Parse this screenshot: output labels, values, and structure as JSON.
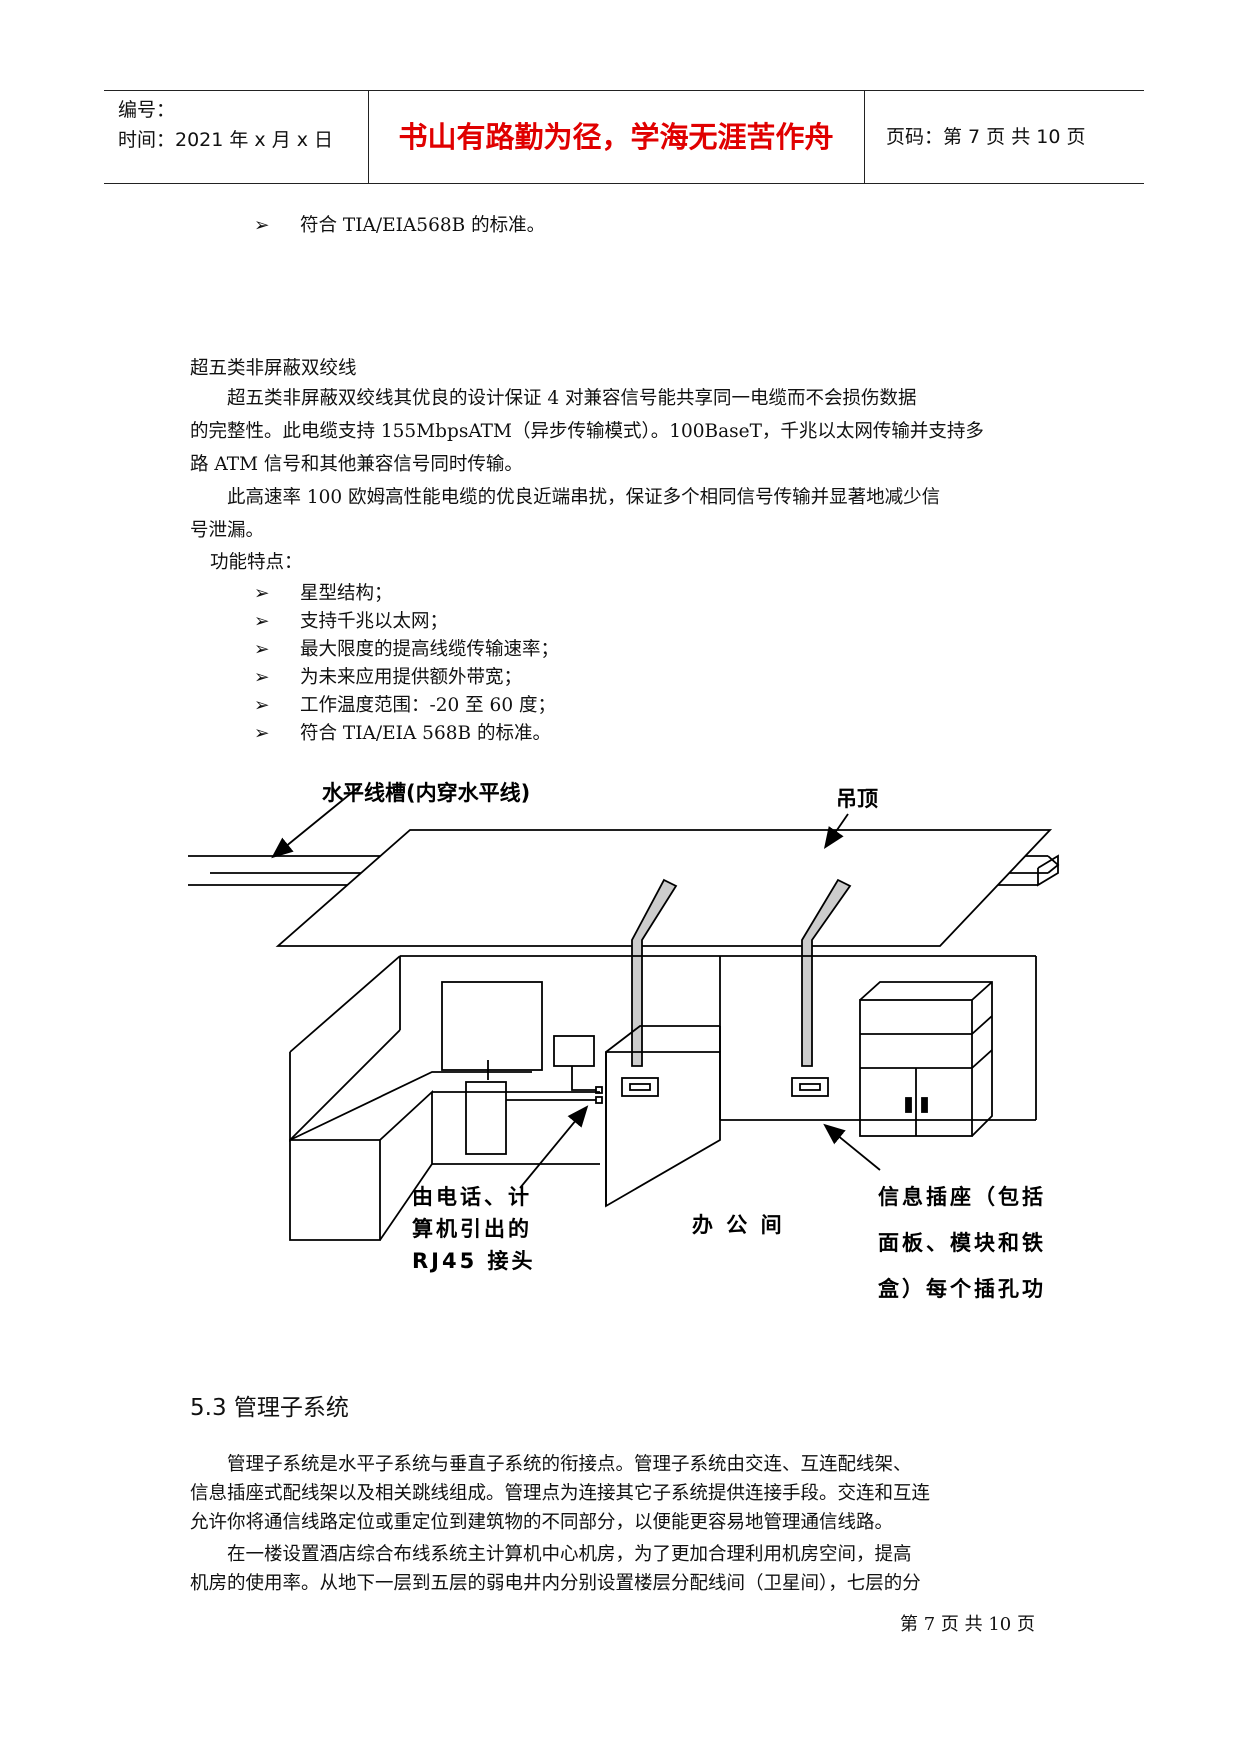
{
  "header": {
    "number_label": "编号：",
    "time_label": "时间：2021 年 x 月 x 日",
    "motto": "书山有路勤为径，学海无涯苦作舟",
    "page_label": "页码：第 7 页  共 10 页"
  },
  "intro_bullet": "符合 TIA/EIA568B 的标准。",
  "section_title": "超五类非屏蔽双绞线",
  "para1": [
    "　　超五类非屏蔽双绞线其优良的设计保证 4 对兼容信号能共享同一电缆而不会损伤数据",
    "的完整性。此电缆支持 155MbpsATM（异步传输模式）。100BaseT，千兆以太网传输并支持多",
    "路 ATM 信号和其他兼容信号同时传输。"
  ],
  "para2": [
    "　　此高速率 100 欧姆高性能电缆的优良近端串扰，保证多个相同信号传输并显著地减少信",
    "号泄漏。"
  ],
  "features_label": "功能特点：",
  "features": [
    "星型结构；",
    "支持千兆以太网；",
    "最大限度的提高线缆传输速率；",
    "为未来应用提供额外带宽；",
    "工作温度范围：-20  至  60 度；",
    "符合 TIA/EIA  568B 的标准。"
  ],
  "diagram": {
    "label_trough": "水平线槽(内穿水平线)",
    "label_ceiling": "吊顶",
    "label_rj45": [
      "由电话、计",
      "算机引出的",
      "RJ45 接头"
    ],
    "label_office": "办 公 间",
    "label_socket": [
      "信息插座（包括",
      "面板、模块和铁",
      "盒）每个插孔功"
    ]
  },
  "subsection_title": "5.3 管理子系统",
  "para3": [
    "　　管理子系统是水平子系统与垂直子系统的衔接点。管理子系统由交连、互连配线架、",
    "信息插座式配线架以及相关跳线组成。管理点为连接其它子系统提供连接手段。交连和互连",
    "允许你将通信线路定位或重定位到建筑物的不同部分，以便能更容易地管理通信线路。"
  ],
  "para4": [
    "　　在一楼设置酒店综合布线系统主计算机中心机房，为了更加合理利用机房空间，提高",
    "机房的使用率。从地下一层到五层的弱电井内分别设置楼层分配线间（卫星间），七层的分"
  ],
  "footer": "第 7 页  共 10 页"
}
